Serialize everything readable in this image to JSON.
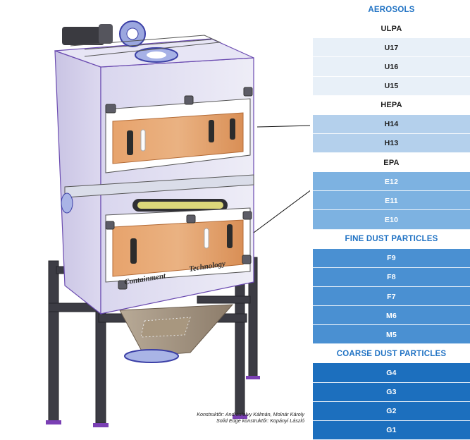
{
  "branding": {
    "word1": "Containment",
    "word2": "Technology"
  },
  "credits": {
    "line1": "Konstruktőr: Andrásfalvy Kálmán, Molnár Károly",
    "line2": "Solid Edge konstruktőr: Kopányi László"
  },
  "table": {
    "rows": [
      {
        "label": "AEROSOLS",
        "kind": "header"
      },
      {
        "label": "ULPA",
        "kind": "class"
      },
      {
        "label": "U17",
        "kind": "filter",
        "color": "#e8f0f8"
      },
      {
        "label": "U16",
        "kind": "filter",
        "color": "#e8f0f8"
      },
      {
        "label": "U15",
        "kind": "filter",
        "color": "#e8f0f8"
      },
      {
        "label": "HEPA",
        "kind": "class"
      },
      {
        "label": "H14",
        "kind": "filter",
        "color": "#b4d0ec"
      },
      {
        "label": "H13",
        "kind": "filter",
        "color": "#b4d0ec"
      },
      {
        "label": "EPA",
        "kind": "class"
      },
      {
        "label": "E12",
        "kind": "filter",
        "color": "#7db2e1"
      },
      {
        "label": "E11",
        "kind": "filter",
        "color": "#7db2e1"
      },
      {
        "label": "E10",
        "kind": "filter",
        "color": "#7db2e1"
      },
      {
        "label": "FINE DUST PARTICLES",
        "kind": "header"
      },
      {
        "label": "F9",
        "kind": "filter",
        "color": "#4a90d2"
      },
      {
        "label": "F8",
        "kind": "filter",
        "color": "#4a90d2"
      },
      {
        "label": "F7",
        "kind": "filter",
        "color": "#4a90d2"
      },
      {
        "label": "M6",
        "kind": "filter",
        "color": "#4a90d2"
      },
      {
        "label": "M5",
        "kind": "filter",
        "color": "#4a90d2"
      },
      {
        "label": "COARSE DUST PARTICLES",
        "kind": "header"
      },
      {
        "label": "G4",
        "kind": "filter",
        "color": "#1c6fbe"
      },
      {
        "label": "G3",
        "kind": "filter",
        "color": "#1c6fbe"
      },
      {
        "label": "G2",
        "kind": "filter",
        "color": "#1c6fbe"
      },
      {
        "label": "G1",
        "kind": "filter",
        "color": "#1c6fbe"
      }
    ]
  }
}
